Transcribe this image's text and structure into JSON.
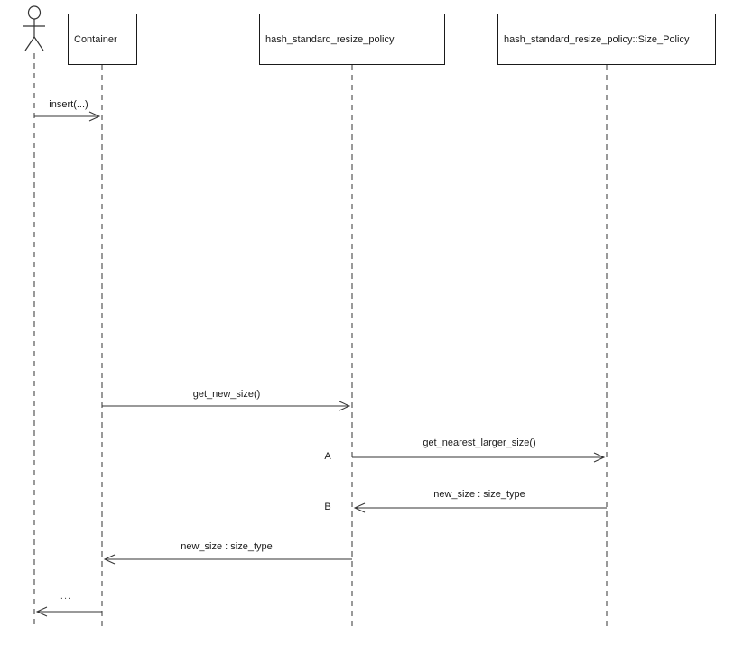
{
  "participants": [
    {
      "label": "Container"
    },
    {
      "label": "hash_standard_resize_policy"
    },
    {
      "label": "hash_standard_resize_policy::Size_Policy"
    }
  ],
  "messages": [
    {
      "label": "insert(...)",
      "from": "actor",
      "to": "Container"
    },
    {
      "label": "get_new_size()",
      "from": "Container",
      "to": "hash_standard_resize_policy"
    },
    {
      "label": "get_nearest_larger_size()",
      "marker": "A",
      "from": "hash_standard_resize_policy",
      "to": "hash_standard_resize_policy::Size_Policy"
    },
    {
      "label": "new_size : size_type",
      "marker": "B",
      "from": "hash_standard_resize_policy::Size_Policy",
      "to": "hash_standard_resize_policy"
    },
    {
      "label": "new_size : size_type",
      "from": "hash_standard_resize_policy",
      "to": "Container"
    },
    {
      "label": "...",
      "from": "Container",
      "to": "actor"
    }
  ],
  "colors": {
    "line": "#333333",
    "text": "#1a1a1a",
    "background": "#ffffff"
  }
}
